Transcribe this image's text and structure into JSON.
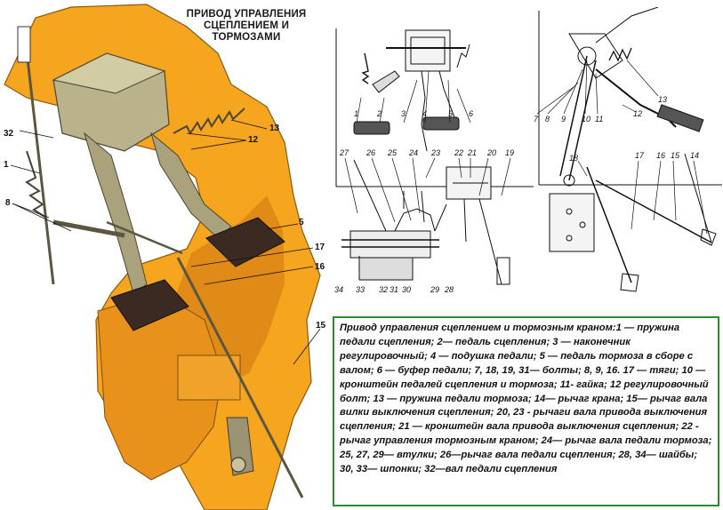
{
  "title_line1": "ПРИВОД УПРАВЛЕНИЯ",
  "title_line2": "СЦЕПЛЕНИЕМ И ТОРМОЗАМИ",
  "left_labels": {
    "l1": "1",
    "l8": "8",
    "l12": "12",
    "l13": "13",
    "l32": "32",
    "l5": "5",
    "l17": "17",
    "l16": "16",
    "l15": "15"
  },
  "mid_labels": {
    "n1": "1",
    "n2": "2",
    "n3": "3",
    "n4": "4",
    "n5": "5",
    "n6": "6",
    "n27": "27",
    "n26": "26",
    "n25": "25",
    "n24": "24",
    "n23": "23",
    "n22": "22",
    "n21": "21",
    "n20": "20",
    "n19": "19",
    "n34": "34",
    "n33": "33",
    "n32": "32",
    "n31": "31",
    "n30": "30",
    "n29": "29",
    "n28": "28"
  },
  "right_labels": {
    "r7": "7",
    "r8": "8",
    "r9": "9",
    "r10": "10",
    "r11": "11",
    "r12": "12",
    "r13": "13",
    "r18": "18",
    "r17": "17",
    "r16": "16",
    "r15": "15",
    "r14": "14"
  },
  "caption": "Привод управления сцеплением и тормозным краном:1 — пружина педали сцепления; 2— педаль сцепления; 3 — наконечник регулировочный; 4 — подушка педали; 5 — педаль тормоза в сборе с валом; 6 — буфер педали; 7, 18, 19, 31— болты; 8, 9, 16. 17 — тяги; 10 — кронштейн педалей сцепления и тормоза; 11- гайка; 12 регулировочный болт; 13 — пружина педали тормоза; 14— рычаг крана; 15— рычаг вала вилки выключения сцепления; 20, 23 - рычаги вала привода выключения сцепления; 21 — кронштейн вала привода выключения сцепления; 22 - рычаг управления тормозным краном; 24— рычаг вала педали тормоза; 25, 27, 29— втулки; 26—рычаг вала педали сцепления; 28, 34— шайбы; 30, 33— шпонки; 32—вал педали сцепления",
  "colors": {
    "housing": "#f5a51e",
    "housing_dark": "#c7741a",
    "metal": "#b9b28a",
    "metal_dark": "#6f6a4f",
    "pad": "#3a2a22",
    "border": "#2e8b2e"
  }
}
